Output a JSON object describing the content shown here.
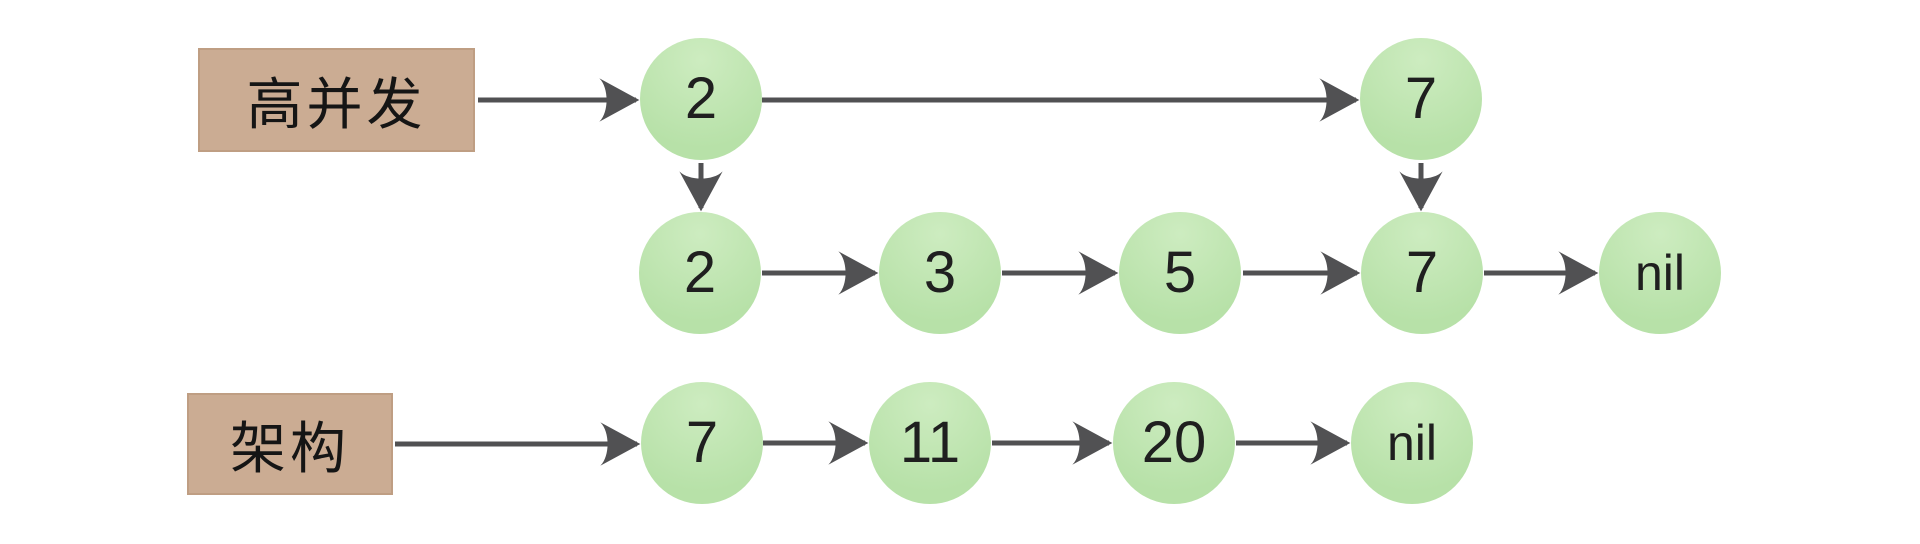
{
  "diagram": {
    "kind": "skip-list-linked-list",
    "background": "#ffffff",
    "colors": {
      "node_fill": "#bee5b0",
      "label_fill": "#cbac93",
      "arrow": "#515153",
      "text": "#1f1f1f"
    },
    "express_list": {
      "label": "高并发",
      "nodes": [
        "2",
        "7"
      ]
    },
    "base_list": {
      "nodes": [
        "2",
        "3",
        "5",
        "7",
        "nil"
      ]
    },
    "second_list": {
      "label": "架构",
      "nodes": [
        "7",
        "11",
        "20",
        "nil"
      ]
    }
  }
}
